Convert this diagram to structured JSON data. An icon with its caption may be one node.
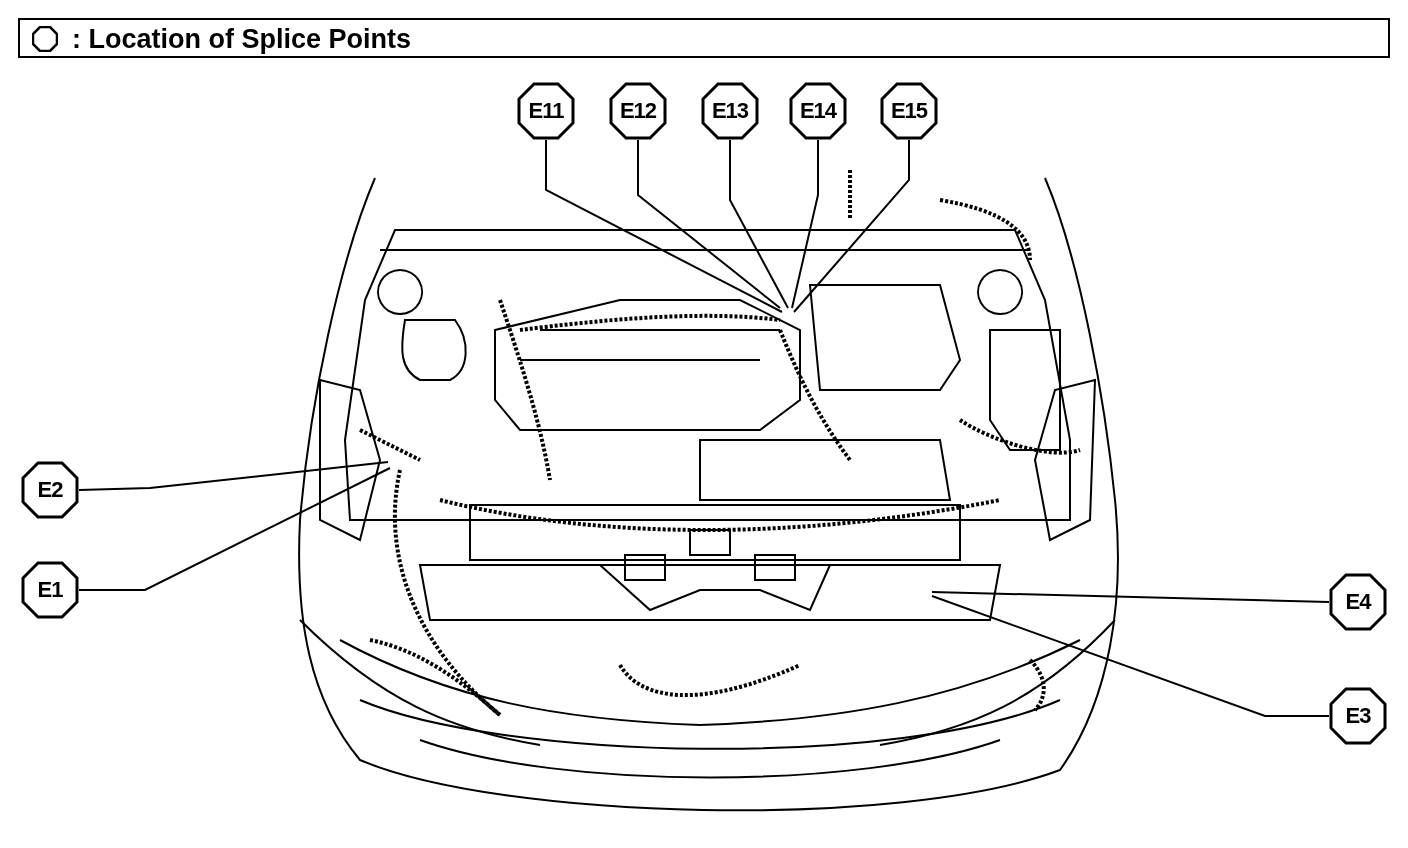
{
  "diagram": {
    "title": ": Location of Splice Points",
    "nodes": [
      {
        "text": [
          "E11"
        ]
      },
      {
        "text": [
          "E12"
        ]
      },
      {
        "text": [
          "E13"
        ]
      },
      {
        "text": [
          "E14"
        ]
      },
      {
        "text": [
          "E15"
        ]
      },
      {
        "text": [
          "E2"
        ]
      },
      {
        "text": [
          "E1"
        ]
      },
      {
        "text": [
          "E4"
        ]
      },
      {
        "text": [
          "E3"
        ]
      }
    ],
    "edges": [
      {
        "from": 0,
        "to": null,
        "arrow": "none"
      },
      {
        "from": 1,
        "to": null,
        "arrow": "none"
      },
      {
        "from": 2,
        "to": null,
        "arrow": "none"
      },
      {
        "from": 3,
        "to": null,
        "arrow": "none"
      },
      {
        "from": 4,
        "to": null,
        "arrow": "none"
      },
      {
        "from": 5,
        "to": null,
        "arrow": "none"
      },
      {
        "from": 6,
        "to": null,
        "arrow": "none"
      },
      {
        "from": 7,
        "to": null,
        "arrow": "none"
      },
      {
        "from": 8,
        "to": null,
        "arrow": "none"
      }
    ]
  }
}
